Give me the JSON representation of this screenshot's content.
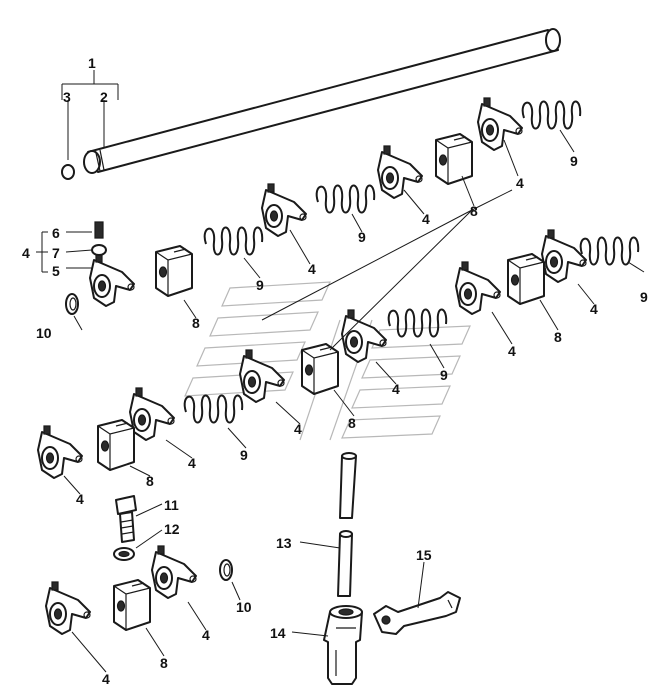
{
  "labels": {
    "n1": "1",
    "n2": "2",
    "n3": "3",
    "n4": "4",
    "n5": "5",
    "n6": "6",
    "n7": "7",
    "n8": "8",
    "n9": "9",
    "n10": "10",
    "n11": "11",
    "n12": "12",
    "n13": "13",
    "n14": "14",
    "n15": "15"
  }
}
